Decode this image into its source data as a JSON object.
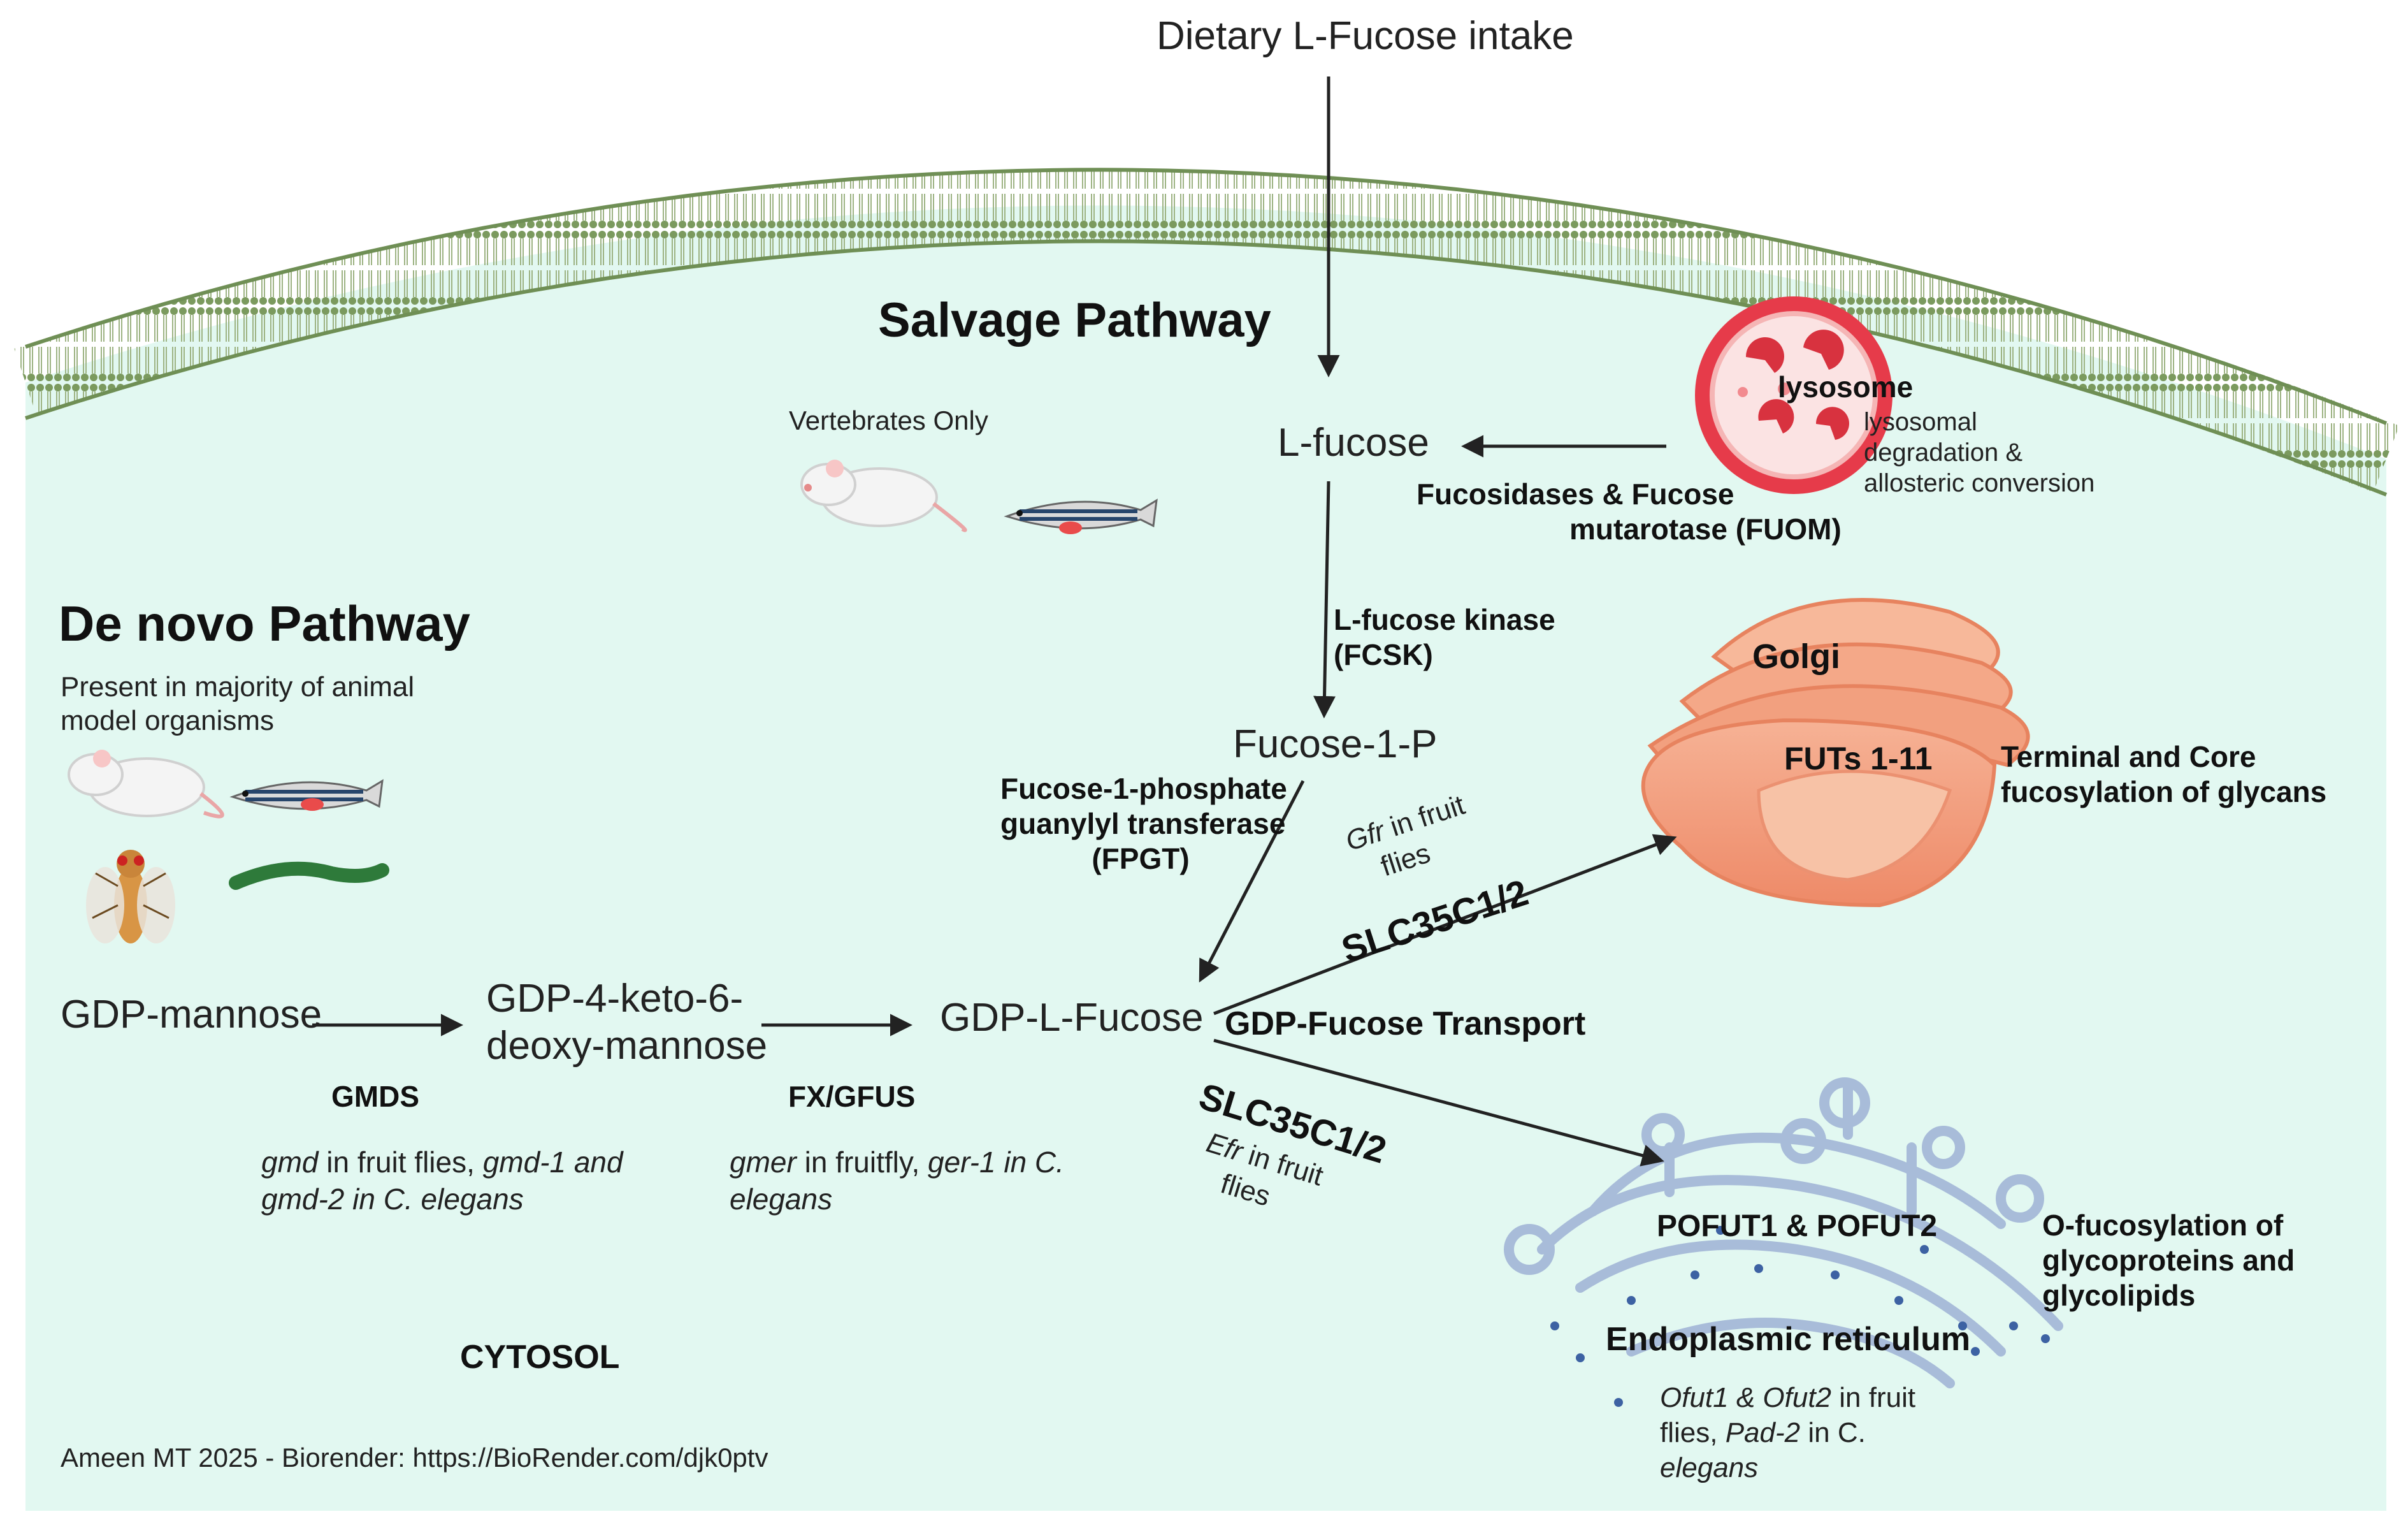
{
  "intake": "Dietary L-Fucose intake",
  "salvage": {
    "title": "Salvage Pathway",
    "note": "Vertebrates Only",
    "l_fucose": "L-fucose",
    "fucose1p": "Fucose-1-P",
    "kinase_1": "L-fucose kinase",
    "kinase_2": "(FCSK)",
    "fpgt_1": "Fucose-1-phosphate",
    "fpgt_2": "guanylyl transferase",
    "fpgt_3": "(FPGT)",
    "fucosidase_1": "Fucosidases & Fucose",
    "fucosidase_2": "mutarotase (FUOM)"
  },
  "lysosome": {
    "label": "lysosome",
    "desc_1": "lysosomal",
    "desc_2": "degradation &",
    "desc_3": "allosteric conversion"
  },
  "denovo": {
    "title": "De novo Pathway",
    "note_1": "Present in majority of animal",
    "note_2": "model organisms",
    "gdp_mannose": "GDP-mannose",
    "keto_1": "GDP-4-keto-6-",
    "keto_2": "deoxy-mannose",
    "gdp_fucose": "GDP-L-Fucose",
    "gmds": "GMDS",
    "fx": "FX/GFUS",
    "gmds_orth_1a": "gmd",
    "gmds_orth_1b": " in fruit flies, ",
    "gmds_orth_1c": "gmd-1 and",
    "gmds_orth_2": "gmd-2 in C. elegans",
    "fx_orth_1a": "gmer",
    "fx_orth_1b": " in fruitfly, ",
    "fx_orth_1c": "ger-1 in C.",
    "fx_orth_2": "elegans"
  },
  "transport": {
    "label": "GDP-Fucose Transport",
    "slc_golgi": "SLC35C1/2",
    "gfr_1a": "Gfr",
    "gfr_1b": " in fruit",
    "gfr_2": "flies",
    "slc_er": "SLC35C1/2",
    "efr_1a": "Efr",
    "efr_1b": " in fruit",
    "efr_2": "flies"
  },
  "golgi": {
    "label": "Golgi",
    "futs": "FUTs 1-11",
    "desc_1": "Terminal and Core",
    "desc_2": "fucosylation of glycans"
  },
  "er": {
    "label": "Endoplasmic reticulum",
    "pofut": "POFUT1 & POFUT2",
    "desc_1": "O-fucosylation of",
    "desc_2": "glycoproteins and",
    "desc_3": "glycolipids",
    "orth_1a": "Ofut1 & Ofut2",
    "orth_1b": " in fruit",
    "orth_2a": "flies, ",
    "orth_2b": "Pad-2",
    "orth_2c": " in C.",
    "orth_3": "elegans"
  },
  "cytosol": "CYTOSOL",
  "credit": "Ameen MT 2025 - Biorender: https://BioRender.com/djk0ptv",
  "colors": {
    "cytosol": "#e2f8f1",
    "membrane": "#6f8f55",
    "arrow": "#222222",
    "golgi": "#f39a78",
    "er": "#c9d8ec",
    "lysosome": "#e63b4a"
  }
}
